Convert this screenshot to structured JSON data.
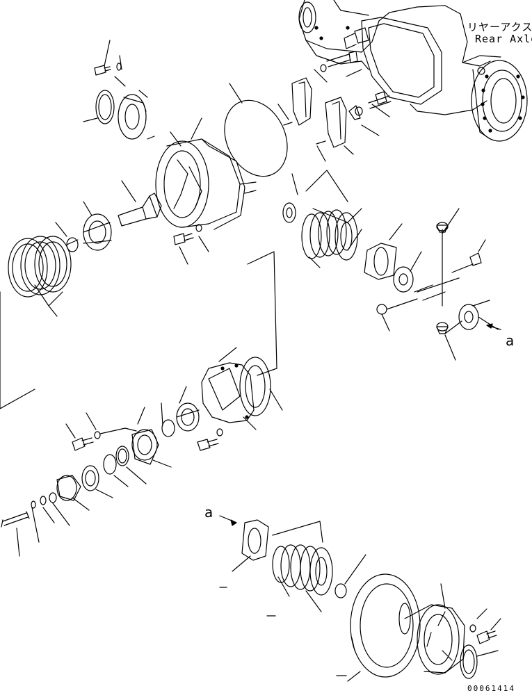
{
  "labels": {
    "assembly_name_jp": "リヤーアクスル",
    "assembly_name_en": "Rear Axle",
    "ref_a_upper": "a",
    "ref_a_lower": "a",
    "drawing_number": "00061414"
  },
  "colors": {
    "ink": "#000000",
    "paper": "#ffffff"
  }
}
